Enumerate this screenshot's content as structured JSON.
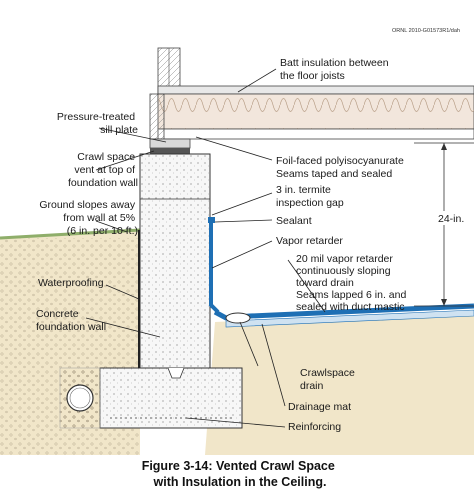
{
  "doc_code": "ORNL 2010-G01573R1/dah",
  "labels": {
    "batt": [
      "Batt insulation between",
      "the floor joists"
    ],
    "sill": [
      "Pressure-treated",
      "sill plate"
    ],
    "vent": [
      "Crawl space",
      "vent at top of",
      "foundation wall"
    ],
    "foil": [
      "Foil-faced polyisocyanurate",
      "Seams taped and sealed"
    ],
    "termite": [
      "3 in. termite",
      "inspection gap"
    ],
    "sealant": "Sealant",
    "vapor": "Vapor retarder",
    "ground": [
      "Ground slopes away",
      "from wall at 5%",
      "(6 in. per 10 ft.)"
    ],
    "mil": [
      "20 mil vapor retarder",
      "continuously sloping",
      "toward drain",
      "Seams lapped 6 in.  and",
      "sealed with duct mastic"
    ],
    "waterproofing": "Waterproofing",
    "concrete": [
      "Concrete",
      "foundation wall"
    ],
    "crawl_drain": [
      "Crawlspace",
      "drain"
    ],
    "drainage_mat": "Drainage mat",
    "reinforcing": "Reinforcing",
    "dimension": "24-in."
  },
  "caption": [
    "Figure 3-14: Vented Crawl Space",
    "with Insulation in the Ceiling."
  ],
  "colors": {
    "insulation": "#f2e6dc",
    "ground": "#f1e6c9",
    "concrete": "#f7f7f7",
    "vapor_blue": "#1e6fb4",
    "grass": "#8fae6a"
  }
}
